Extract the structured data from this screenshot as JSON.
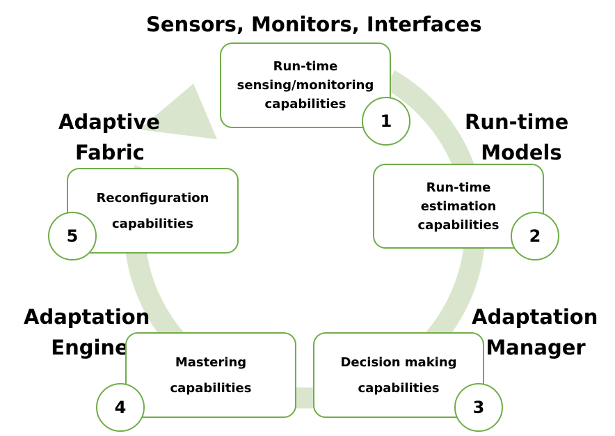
{
  "colors": {
    "accent": "#70ad47",
    "cycle_arrow": "#d9e6cd",
    "text": "#000000"
  },
  "stages": [
    {
      "number": "1",
      "heading_lines": [
        "Sensors, Monitors, Interfaces"
      ],
      "box_lines": [
        "Run-time",
        "sensing/monitoring",
        "capabilities"
      ]
    },
    {
      "number": "2",
      "heading_lines": [
        "Run-time",
        "Models"
      ],
      "box_lines": [
        "Run-time",
        "estimation",
        "capabilities"
      ]
    },
    {
      "number": "3",
      "heading_lines": [
        "Adaptation",
        "Manager"
      ],
      "box_lines": [
        "Decision making",
        "capabilities"
      ]
    },
    {
      "number": "4",
      "heading_lines": [
        "Adaptation",
        "Engine"
      ],
      "box_lines": [
        "Mastering",
        "capabilities"
      ]
    },
    {
      "number": "5",
      "heading_lines": [
        "Adaptive",
        "Fabric"
      ],
      "box_lines": [
        "Reconfiguration",
        "capabilities"
      ]
    }
  ]
}
